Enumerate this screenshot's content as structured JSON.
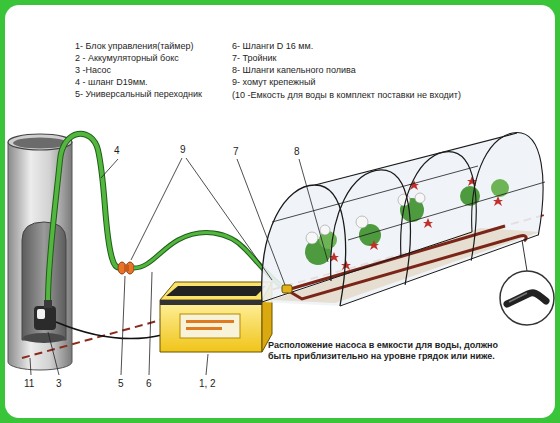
{
  "diagram": {
    "labels": [
      "1- Блок управления(таймер)",
      "2 - Аккумуляторный бокс",
      "3 -Насос",
      "4 - шланг D19мм.",
      "5- Универсальный переходник",
      "6- Шланги D 16 мм.",
      "7- Тройник",
      "8- Шланги капельного полива",
      "9- хомут крепежный",
      "(10 -Емкость для воды в комплект поставки не входит)",
      "4",
      "9",
      "7",
      "8",
      "Расположение насоса в емкости для воды, должно быть приблизительно на уровне грядок или ниже.",
      "11",
      "3",
      "5",
      "6",
      "1, 2"
    ]
  }
}
